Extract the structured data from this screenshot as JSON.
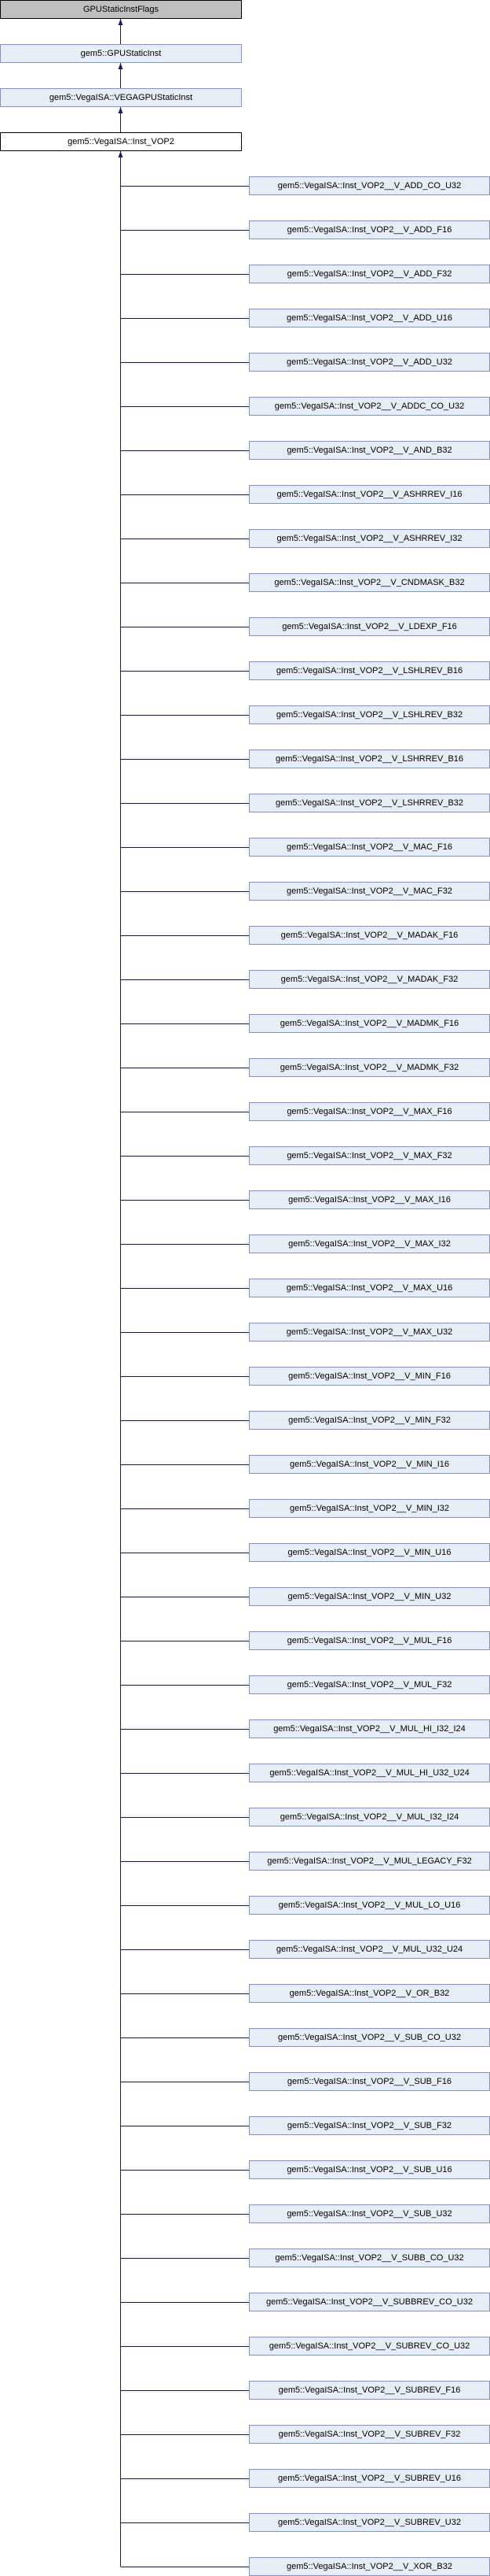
{
  "colors": {
    "edge": "#191970",
    "box_fill": "#e8ecf5",
    "box_border": "#7b95cc",
    "root_fill": "#bfbfbf"
  },
  "ancestors": [
    {
      "label": "GPUStaticInstFlags"
    },
    {
      "label": "gem5::GPUStaticInst"
    },
    {
      "label": "gem5::VegaISA::VEGAGPUStaticInst"
    },
    {
      "label": "gem5::VegaISA::Inst_VOP2"
    }
  ],
  "children": [
    "gem5::VegaISA::Inst_VOP2__V_ADD_CO_U32",
    "gem5::VegaISA::Inst_VOP2__V_ADD_F16",
    "gem5::VegaISA::Inst_VOP2__V_ADD_F32",
    "gem5::VegaISA::Inst_VOP2__V_ADD_U16",
    "gem5::VegaISA::Inst_VOP2__V_ADD_U32",
    "gem5::VegaISA::Inst_VOP2__V_ADDC_CO_U32",
    "gem5::VegaISA::Inst_VOP2__V_AND_B32",
    "gem5::VegaISA::Inst_VOP2__V_ASHRREV_I16",
    "gem5::VegaISA::Inst_VOP2__V_ASHRREV_I32",
    "gem5::VegaISA::Inst_VOP2__V_CNDMASK_B32",
    "gem5::VegaISA::Inst_VOP2__V_LDEXP_F16",
    "gem5::VegaISA::Inst_VOP2__V_LSHLREV_B16",
    "gem5::VegaISA::Inst_VOP2__V_LSHLREV_B32",
    "gem5::VegaISA::Inst_VOP2__V_LSHRREV_B16",
    "gem5::VegaISA::Inst_VOP2__V_LSHRREV_B32",
    "gem5::VegaISA::Inst_VOP2__V_MAC_F16",
    "gem5::VegaISA::Inst_VOP2__V_MAC_F32",
    "gem5::VegaISA::Inst_VOP2__V_MADAK_F16",
    "gem5::VegaISA::Inst_VOP2__V_MADAK_F32",
    "gem5::VegaISA::Inst_VOP2__V_MADMK_F16",
    "gem5::VegaISA::Inst_VOP2__V_MADMK_F32",
    "gem5::VegaISA::Inst_VOP2__V_MAX_F16",
    "gem5::VegaISA::Inst_VOP2__V_MAX_F32",
    "gem5::VegaISA::Inst_VOP2__V_MAX_I16",
    "gem5::VegaISA::Inst_VOP2__V_MAX_I32",
    "gem5::VegaISA::Inst_VOP2__V_MAX_U16",
    "gem5::VegaISA::Inst_VOP2__V_MAX_U32",
    "gem5::VegaISA::Inst_VOP2__V_MIN_F16",
    "gem5::VegaISA::Inst_VOP2__V_MIN_F32",
    "gem5::VegaISA::Inst_VOP2__V_MIN_I16",
    "gem5::VegaISA::Inst_VOP2__V_MIN_I32",
    "gem5::VegaISA::Inst_VOP2__V_MIN_U16",
    "gem5::VegaISA::Inst_VOP2__V_MIN_U32",
    "gem5::VegaISA::Inst_VOP2__V_MUL_F16",
    "gem5::VegaISA::Inst_VOP2__V_MUL_F32",
    "gem5::VegaISA::Inst_VOP2__V_MUL_HI_I32_I24",
    "gem5::VegaISA::Inst_VOP2__V_MUL_HI_U32_U24",
    "gem5::VegaISA::Inst_VOP2__V_MUL_I32_I24",
    "gem5::VegaISA::Inst_VOP2__V_MUL_LEGACY_F32",
    "gem5::VegaISA::Inst_VOP2__V_MUL_LO_U16",
    "gem5::VegaISA::Inst_VOP2__V_MUL_U32_U24",
    "gem5::VegaISA::Inst_VOP2__V_OR_B32",
    "gem5::VegaISA::Inst_VOP2__V_SUB_CO_U32",
    "gem5::VegaISA::Inst_VOP2__V_SUB_F16",
    "gem5::VegaISA::Inst_VOP2__V_SUB_F32",
    "gem5::VegaISA::Inst_VOP2__V_SUB_U16",
    "gem5::VegaISA::Inst_VOP2__V_SUB_U32",
    "gem5::VegaISA::Inst_VOP2__V_SUBB_CO_U32",
    "gem5::VegaISA::Inst_VOP2__V_SUBBREV_CO_U32",
    "gem5::VegaISA::Inst_VOP2__V_SUBREV_CO_U32",
    "gem5::VegaISA::Inst_VOP2__V_SUBREV_F16",
    "gem5::VegaISA::Inst_VOP2__V_SUBREV_F32",
    "gem5::VegaISA::Inst_VOP2__V_SUBREV_U16",
    "gem5::VegaISA::Inst_VOP2__V_SUBREV_U32",
    "gem5::VegaISA::Inst_VOP2__V_XOR_B32"
  ]
}
